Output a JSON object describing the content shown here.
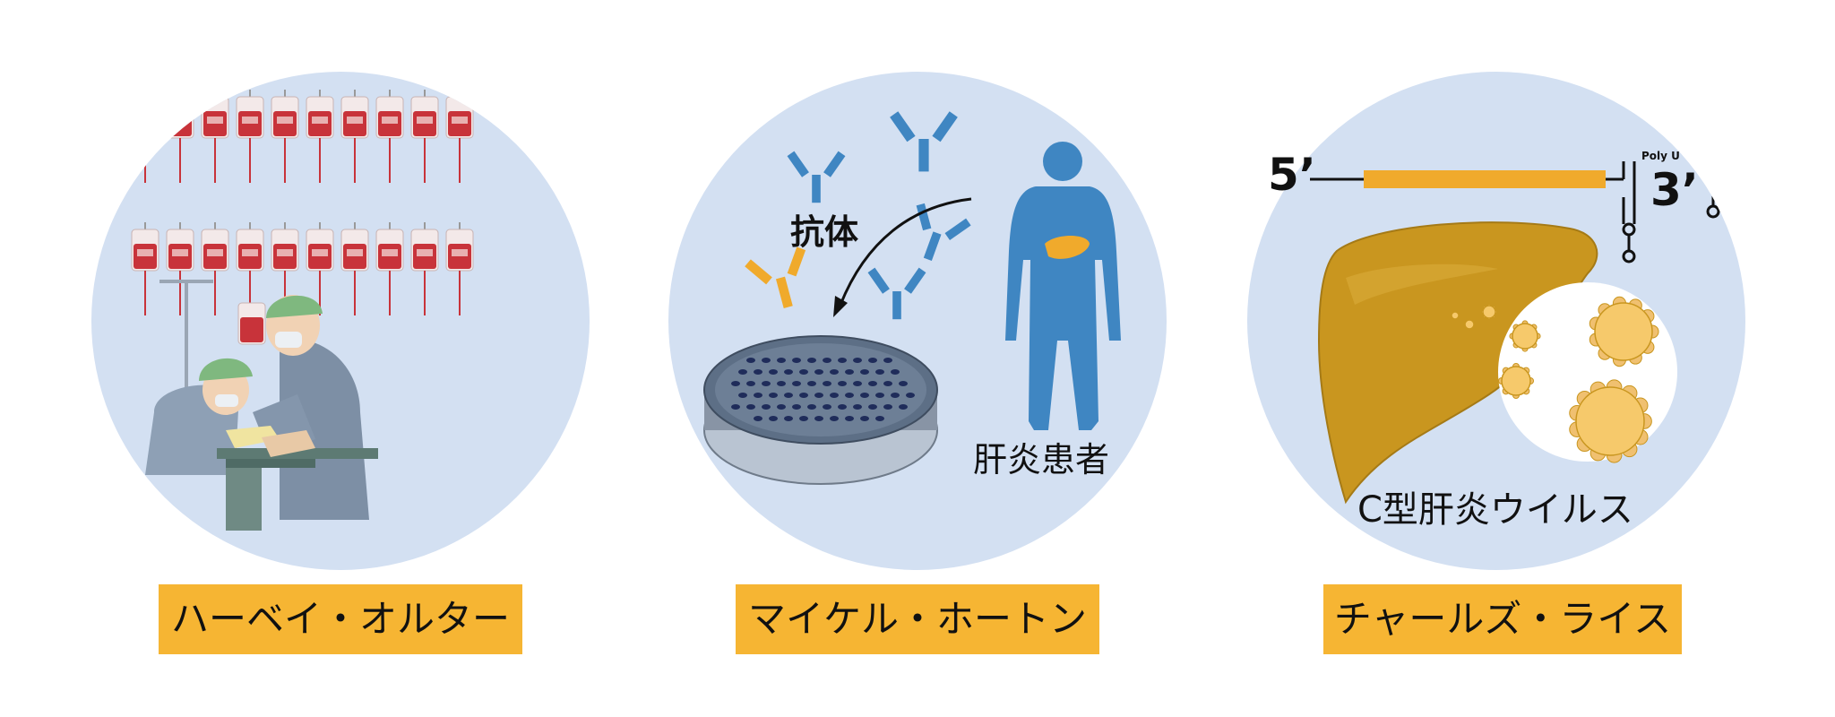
{
  "panels": [
    {
      "name": "ハーベイ・オルター"
    },
    {
      "name": "マイケル・ホートン",
      "antibody_label": "抗体",
      "patient_label": "肝炎患者"
    },
    {
      "name": "チャールズ・ライス",
      "five_prime": "5’",
      "three_prime": "3’",
      "poly_u": "Poly U",
      "virus_label": "C型肝炎ウイルス"
    }
  ],
  "colors": {
    "circle": "#d3e0f2",
    "label_bg": "#f6b533",
    "antibody_blue": "#3f86c2",
    "antibody_orange": "#f0aa2c",
    "blood_red": "#c8333a",
    "liver": "#c9961f"
  }
}
